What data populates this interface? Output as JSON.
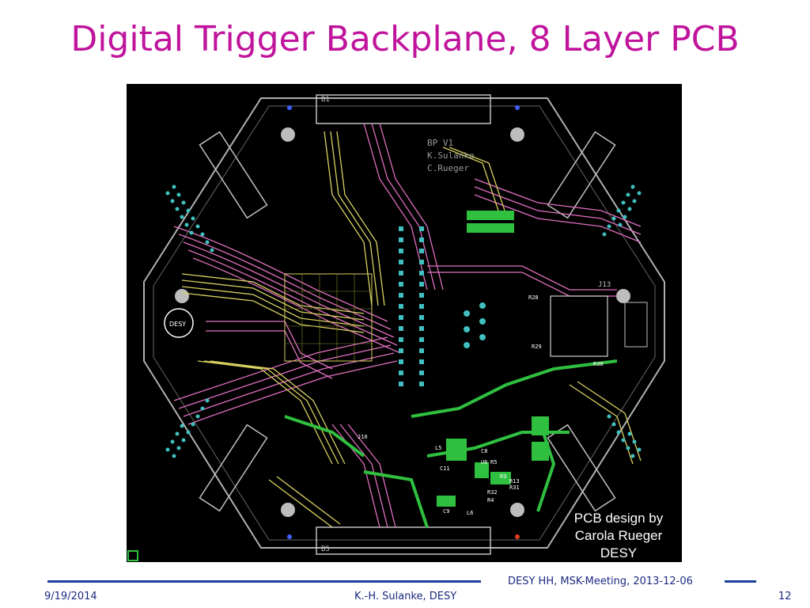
{
  "slide": {
    "title": "Digital Trigger Backplane, 8 Layer PCB"
  },
  "image": {
    "silkscreen": {
      "connector_top": "B1",
      "connector_bottom": "B5",
      "board_version": "BP V1",
      "designer_1": "K.Sulanke",
      "designer_2": "C.Rueger",
      "connector_right": "J13",
      "logo_text": "DESY",
      "parts": [
        "R28",
        "R29",
        "R30",
        "C8",
        "C9",
        "C11",
        "L5",
        "L6",
        "U6",
        "R3",
        "R4",
        "R5",
        "R13",
        "R31",
        "R32",
        "J10"
      ]
    },
    "colors": {
      "background": "#000000",
      "trace_pink": "#e070c0",
      "trace_yellow": "#d8d060",
      "trace_green": "#30c040",
      "pad_cyan": "#40c0c0",
      "outline": "#c0c0c0"
    }
  },
  "credit": {
    "line1": "PCB design by",
    "line2": "Carola Rueger",
    "line3": "DESY"
  },
  "footer": {
    "meeting": "DESY HH, MSK-Meeting, 2013-12-06",
    "date": "9/19/2014",
    "author": "K.-H. Sulanke, DESY",
    "page": "12"
  }
}
